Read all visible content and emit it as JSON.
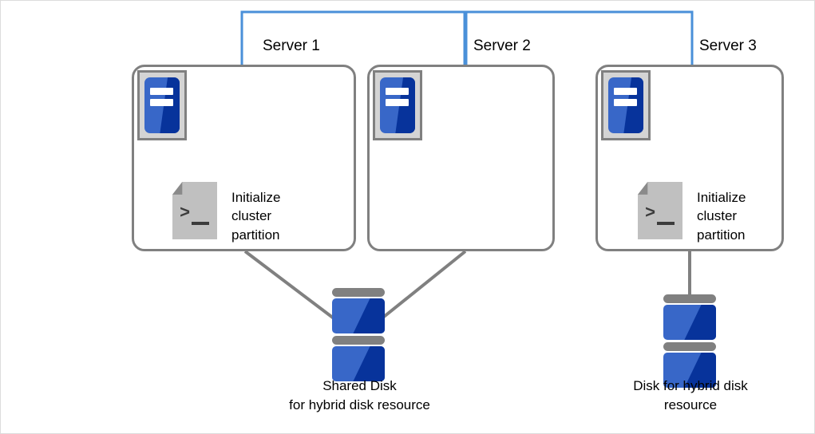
{
  "diagram": {
    "title": "Cluster hybrid disk initialization overview",
    "colors": {
      "network_line": "#4a90d9",
      "connector_line": "#808080",
      "box_border": "#808080",
      "disk_light": "#3867c8",
      "disk_dark": "#07339b",
      "icon_bg": "#d4d4d4",
      "script_page": "#c0c0c0",
      "canvas_border": "#dcdcdc"
    },
    "networks": [
      {
        "name": "interconnect-lan-1",
        "label": ""
      },
      {
        "name": "interconnect-lan-2",
        "label": ""
      }
    ],
    "servers": [
      {
        "label": "Server 1",
        "server_icon": "server-icon",
        "has_script": true,
        "script_icon": "script-icon",
        "script_prompt": ">",
        "caption": "Initialize\ncluster\npartition"
      },
      {
        "label": "Server 2",
        "server_icon": "server-icon",
        "has_script": false,
        "script_icon": "",
        "script_prompt": "",
        "caption": ""
      },
      {
        "label": "Server 3",
        "server_icon": "server-icon",
        "has_script": true,
        "script_icon": "script-icon",
        "script_prompt": ">",
        "caption": "Initialize\ncluster\npartition"
      }
    ],
    "disks": [
      {
        "name": "shared-disk",
        "icon": "disk-stack-icon",
        "caption": "Shared Disk\nfor hybrid disk resource",
        "connected_servers": [
          "Server 1",
          "Server 2"
        ]
      },
      {
        "name": "hybrid-disk",
        "icon": "disk-stack-icon",
        "caption": "Disk for hybrid disk\nresource",
        "connected_servers": [
          "Server 3"
        ]
      }
    ]
  }
}
